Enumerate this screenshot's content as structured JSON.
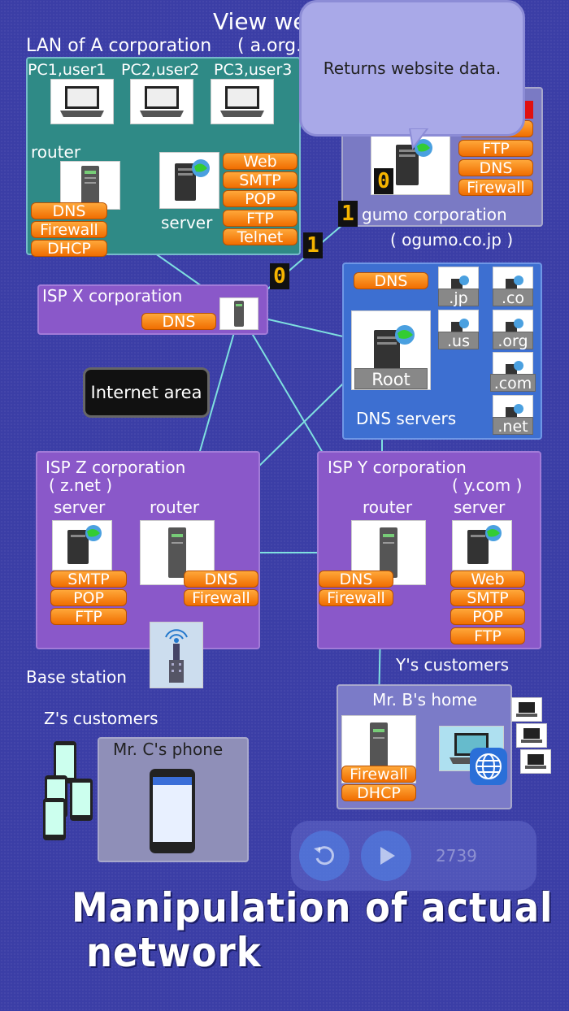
{
  "header": {
    "view_text": "View we",
    "lan_a_title": "LAN of A corporation",
    "lan_a_domain": "( a.org."
  },
  "lan_a": {
    "pcs": [
      "PC1,user1",
      "PC2,user2",
      "PC3,user3"
    ],
    "router_label": "router",
    "router_services": [
      "DNS",
      "Firewall",
      "DHCP"
    ],
    "server_label": "server",
    "server_services": [
      "Web",
      "SMTP",
      "POP",
      "FTP",
      "Telnet"
    ]
  },
  "tooltip": {
    "text": "Returns website data."
  },
  "ogumo": {
    "title": "gumo corporation",
    "domain": "( ogumo.co.jp )",
    "services": [
      "SMTP",
      "FTP",
      "DNS",
      "Firewall"
    ]
  },
  "packets": [
    "0",
    "1",
    "1",
    "0"
  ],
  "isp_x": {
    "title": "ISP X corporation",
    "service": "DNS"
  },
  "dns_servers": {
    "title": "DNS servers",
    "top_service": "DNS",
    "root_label": "Root",
    "tlds": [
      ".jp",
      ".co",
      ".us",
      ".org",
      ".com",
      ".net"
    ]
  },
  "internet_area": {
    "text": "Internet area"
  },
  "isp_z": {
    "title": "ISP Z corporation",
    "domain": "( z.net )",
    "server_label": "server",
    "router_label": "router",
    "server_services": [
      "SMTP",
      "POP",
      "FTP"
    ],
    "router_services": [
      "DNS",
      "Firewall"
    ]
  },
  "isp_y": {
    "title": "ISP Y corporation",
    "domain": "( y.com )",
    "router_label": "router",
    "server_label": "server",
    "router_services": [
      "DNS",
      "Firewall"
    ],
    "server_services": [
      "Web",
      "SMTP",
      "POP",
      "FTP"
    ]
  },
  "base_station": {
    "label": "Base station"
  },
  "y_customers": {
    "label": "Y's customers"
  },
  "b_home": {
    "title": "Mr. B's home",
    "services": [
      "Firewall",
      "DHCP"
    ]
  },
  "z_customers": {
    "label": "Z's customers"
  },
  "c_phone": {
    "title": "Mr. C's phone"
  },
  "controls": {
    "counter": "2739"
  },
  "footer": {
    "line1": "Manipulation of actual",
    "line2": "network"
  },
  "colors": {
    "background": "#3b3ea6",
    "pill": "#f47a0a",
    "lan": "#2f8a86",
    "isp": "#8a58c9",
    "dns": "#3d6fd1"
  }
}
